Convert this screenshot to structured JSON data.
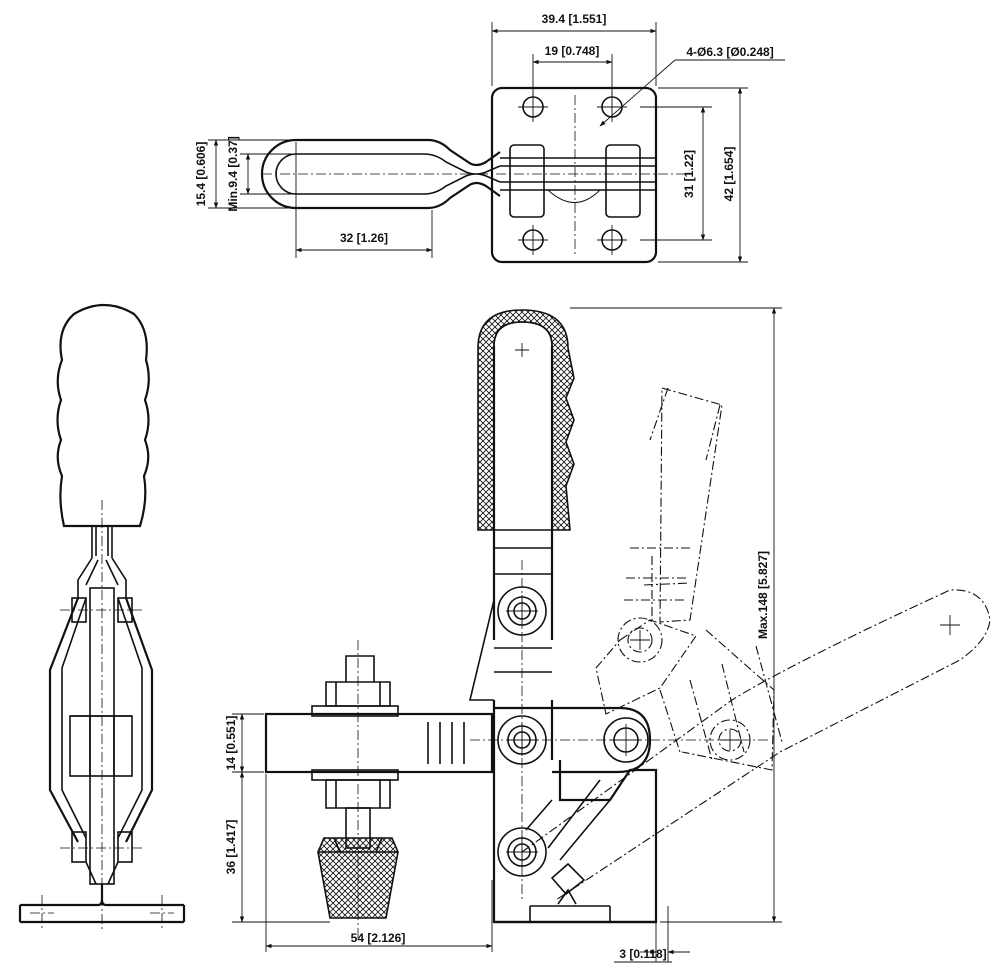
{
  "dimensions": {
    "top_width": "39.4 [1.551]",
    "top_hole_spacing": "19 [0.748]",
    "top_holes": "4-Ø6.3 [Ø0.248]",
    "top_handle_outer": "15.4 [0.606]",
    "top_handle_min": "Min.9.4 [0.37]",
    "top_handle_length": "32 [1.26]",
    "top_hole_vertical": "31 [1.22]",
    "top_height": "42 [1.654]",
    "arm_height": "14 [0.551]",
    "spindle_height": "36 [1.417]",
    "reach": "54 [2.126]",
    "base_thickness": "3 [0.118]",
    "max_height": "Max.148 [5.827]"
  },
  "colors": {
    "line": "#111111",
    "background": "#ffffff",
    "hatch": "#111111"
  }
}
